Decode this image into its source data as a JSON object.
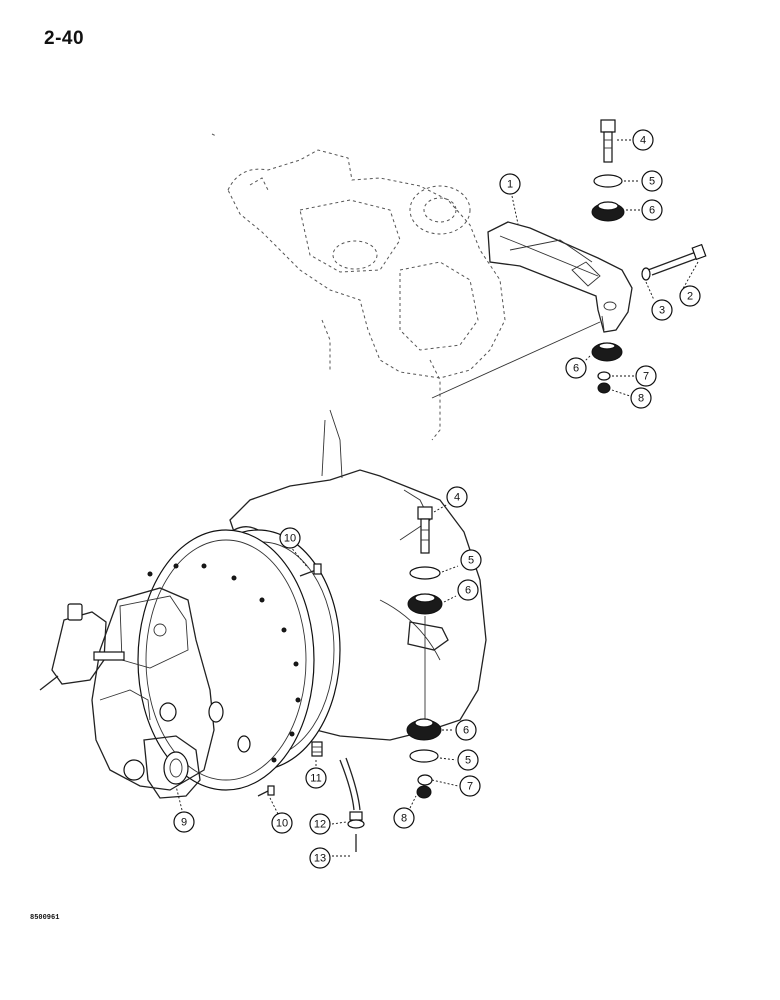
{
  "page_number": "2-40",
  "drawing_code": "8500961",
  "callouts": [
    {
      "id": "c1",
      "label": "1"
    },
    {
      "id": "c2",
      "label": "2"
    },
    {
      "id": "c3",
      "label": "3"
    },
    {
      "id": "c4a",
      "label": "4"
    },
    {
      "id": "c5a",
      "label": "5"
    },
    {
      "id": "c6a",
      "label": "6"
    },
    {
      "id": "c6b",
      "label": "6"
    },
    {
      "id": "c7a",
      "label": "7"
    },
    {
      "id": "c8a",
      "label": "8"
    },
    {
      "id": "c4b",
      "label": "4"
    },
    {
      "id": "c5b",
      "label": "5"
    },
    {
      "id": "c6c",
      "label": "6"
    },
    {
      "id": "c10a",
      "label": "10"
    },
    {
      "id": "c6d",
      "label": "6"
    },
    {
      "id": "c5c",
      "label": "5"
    },
    {
      "id": "c7b",
      "label": "7"
    },
    {
      "id": "c8b",
      "label": "8"
    },
    {
      "id": "c11",
      "label": "11"
    },
    {
      "id": "c10b",
      "label": "10"
    },
    {
      "id": "c12",
      "label": "12"
    },
    {
      "id": "c13",
      "label": "13"
    },
    {
      "id": "c9",
      "label": "9"
    }
  ]
}
